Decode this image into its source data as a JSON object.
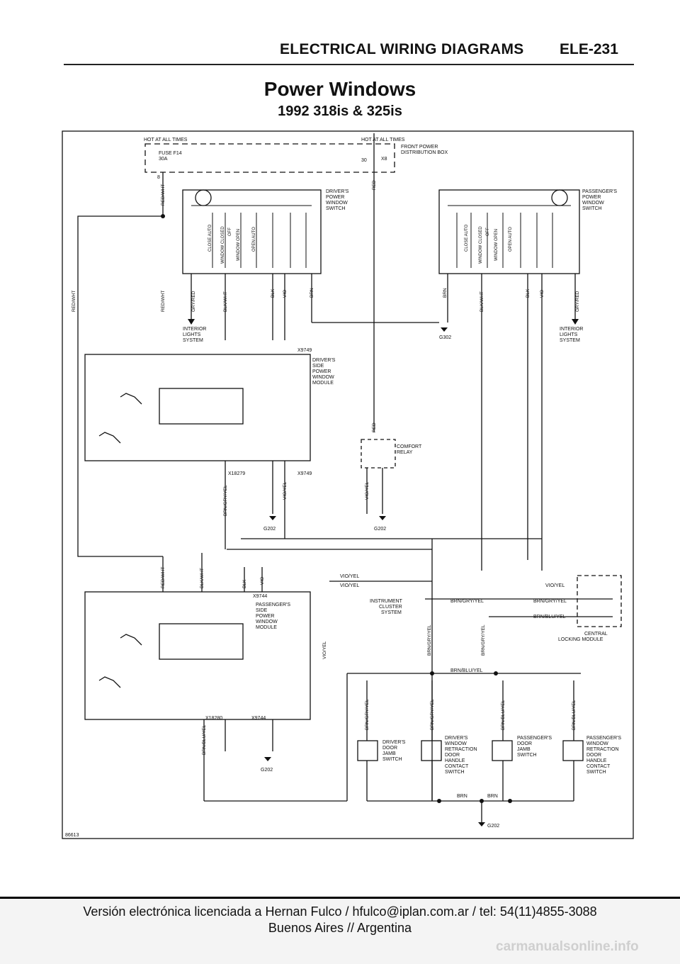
{
  "header": {
    "title": "ELECTRICAL WIRING DIAGRAMS",
    "code": "ELE-231"
  },
  "title": "Power Windows",
  "subtitle": "1992 318is & 325is",
  "labels": {
    "hot_left": "HOT AT ALL TIMES",
    "hot_right": "HOT AT ALL TIMES",
    "front_power": "FRONT POWER",
    "dist_box": "DISTRIBUTION BOX",
    "fuse": "FUSE F14",
    "fuse_amp": "30A",
    "x8": "X8",
    "pin30": "30",
    "pin8": "8",
    "drivers_power_window_switch": [
      "DRIVER'S",
      "POWER",
      "WINDOW",
      "SWITCH"
    ],
    "passengers_power_window_switch": [
      "PASSENGER'S",
      "POWER",
      "WINDOW",
      "SWITCH"
    ],
    "switch_positions": [
      "CLOSE AUTO",
      "WINDOW CLOSED",
      "OFF",
      "WINDOW OPEN",
      "OPEN AUTO"
    ],
    "interior_lights": [
      "INTERIOR",
      "LIGHTS",
      "SYSTEM"
    ],
    "g302": "G302",
    "drivers_module": [
      "DRIVER'S",
      "SIDE",
      "POWER",
      "WINDOW",
      "MODULE"
    ],
    "passengers_module": [
      "PASSENGER'S",
      "SIDE",
      "POWER",
      "WINDOW",
      "MODULE"
    ],
    "x9749": "X9749",
    "x18279": "X18279",
    "x9744": "X9744",
    "x18280": "X18280",
    "comfort_relay": [
      "COMFORT",
      "RELAY"
    ],
    "g202": "G202",
    "instrument_cluster": [
      "INSTRUMENT",
      "CLUSTER",
      "SYSTEM"
    ],
    "central_locking": [
      "CENTRAL",
      "LOCKING MODULE"
    ],
    "drivers_door_jamb": [
      "DRIVER'S",
      "DOOR",
      "JAMB",
      "SWITCH"
    ],
    "drivers_handle": [
      "DRIVER'S",
      "WINDOW",
      "RETRACTION",
      "DOOR",
      "HANDLE",
      "CONTACT",
      "SWITCH"
    ],
    "passengers_door_jamb": [
      "PASSENGER'S",
      "DOOR",
      "JAMB",
      "SWITCH"
    ],
    "passengers_handle": [
      "PASSENGER'S",
      "WINDOW",
      "RETRACTION",
      "DOOR",
      "HANDLE",
      "CONTACT",
      "SWITCH"
    ],
    "wires": {
      "red_wht": "RED/WHT",
      "red": "RED",
      "gry_red": "GRY/RED",
      "blk_wht": "BLK/WHT",
      "blk": "BLK",
      "vio": "VIO",
      "brn": "BRN",
      "vio_yel": "VIO/YEL",
      "brn_gry_yel": "BRN/GRY/YEL",
      "brn_blu_yel": "BRN/BLU/YEL"
    },
    "figure_id": "86613"
  },
  "footer": {
    "line1": "Versión electrónica licenciada a Hernan Fulco / hfulco@iplan.com.ar / tel: 54(11)4855-3088",
    "line2": "Buenos Aires // Argentina",
    "watermark": "carmanualsonline.info"
  }
}
